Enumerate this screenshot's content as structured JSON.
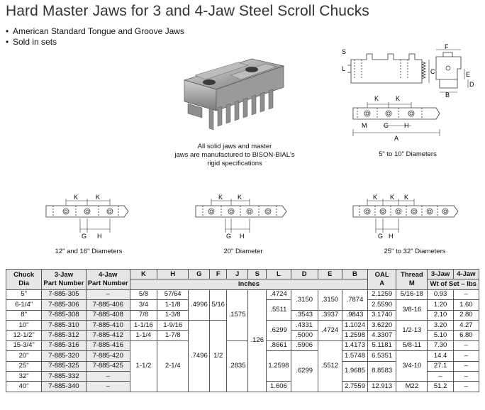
{
  "title": "Hard Master Jaws for 3 and 4-Jaw Steel Scroll Chucks",
  "bullets": [
    "American Standard Tongue and Groove Jaws",
    "Sold in sets"
  ],
  "photo_caption": [
    "All solid jaws and master",
    "jaws are manufactured to BISON-BIAL's",
    "rigid specifications"
  ],
  "diagram_captions": {
    "d1": "5\" to 10\" Diameters",
    "d2": "12\" and 16\" Diameters",
    "d3": "20\" Diameter",
    "d4": "25\" to 32\" Diameters"
  },
  "diagram_labels": {
    "S": "S",
    "F": "F",
    "L": "L",
    "C": "C",
    "E": "E",
    "D": "D",
    "B": "B",
    "K": "K",
    "G": "G",
    "H": "H",
    "M": "M",
    "A": "A"
  },
  "table": {
    "headers": {
      "chuck": "Chuck",
      "chuck2": "Dia",
      "jaw3": "3-Jaw",
      "jaw3b": "Part Number",
      "jaw4": "4-Jaw",
      "jaw4b": "Part Number",
      "K": "K",
      "H": "H",
      "G": "G",
      "F": "F",
      "J": "J",
      "S": "S",
      "L": "L",
      "D": "D",
      "E": "E",
      "B": "B",
      "inches": "inches",
      "oal": "OAL",
      "oal2": "A",
      "thread": "Thread",
      "thread2": "M",
      "w3": "3-Jaw",
      "w4": "4-Jaw",
      "wt": "Wt of Set – lbs"
    },
    "rows": [
      [
        "5\"",
        "7-885-305",
        "–",
        "5/8",
        "57/64",
        ".4724",
        ".7874",
        "2.1259",
        "0.93",
        "–"
      ],
      [
        "6-1/4\"",
        "7-885-306",
        "7-885-406",
        "3/4",
        "1-1/8",
        "",
        "",
        "2.5590",
        "1.20",
        "1.60"
      ],
      [
        "8\"",
        "7-885-308",
        "7-885-408",
        "7/8",
        "1-3/8",
        "",
        ".9843",
        "3.1740",
        "2.10",
        "2.80"
      ],
      [
        "10\"",
        "7-885-310",
        "7-885-410",
        "1-1/16",
        "1-9/16",
        "",
        "1.1024",
        "3.6220",
        "3.20",
        "4.27"
      ],
      [
        "12-1/2\"",
        "7-885-312",
        "7-885-412",
        "1-1/4",
        "1-7/8",
        "",
        "1.2598",
        "4.3307",
        "5.10",
        "6.80"
      ],
      [
        "15-3/4\"",
        "7-885-316",
        "7-885-416",
        "",
        "",
        ".8661",
        "1.4173",
        "5.1181",
        "7.30",
        "–"
      ],
      [
        "20\"",
        "7-885-320",
        "7-885-420",
        "",
        "",
        "",
        "1.5748",
        "6.5351",
        "14.4",
        "–"
      ],
      [
        "25\"",
        "7-885-325",
        "7-885-425",
        "",
        "",
        "",
        "",
        "8.8583",
        "27.1",
        "–"
      ],
      [
        "32\"",
        "7-885-332",
        "–",
        "",
        "",
        "",
        "",
        "",
        "–",
        "–"
      ],
      [
        "40\"",
        "7-885-340",
        "–",
        "",
        "",
        "1.606",
        "2.7559",
        "12.913",
        "51.2",
        "–"
      ]
    ],
    "merged": {
      "G1": ".4996",
      "F1": "5/16",
      "J1": ".1575",
      "L2": ".5511",
      "D1": ".3150",
      "E1": ".3150",
      "D2": ".3543",
      "E2": ".3937",
      "L3": ".6299",
      "D3": ".4331",
      "D4": ".5000",
      "E3": ".4724",
      "D5": ".5906",
      "S1": ".126",
      "K6": "1-1/2",
      "H6": "2-1/4",
      "G2": ".7496",
      "F2": "1/2",
      "J2": ".2835",
      "L4": "1.2598",
      "D6": ".6299",
      "E4": ".5512",
      "B6": "1.9685",
      "T1": "5/16-18",
      "T2": "3/8-16",
      "T3": "1/2-13",
      "T4": "5/8-11",
      "T5": "3/4-10",
      "T6": "M22"
    }
  }
}
